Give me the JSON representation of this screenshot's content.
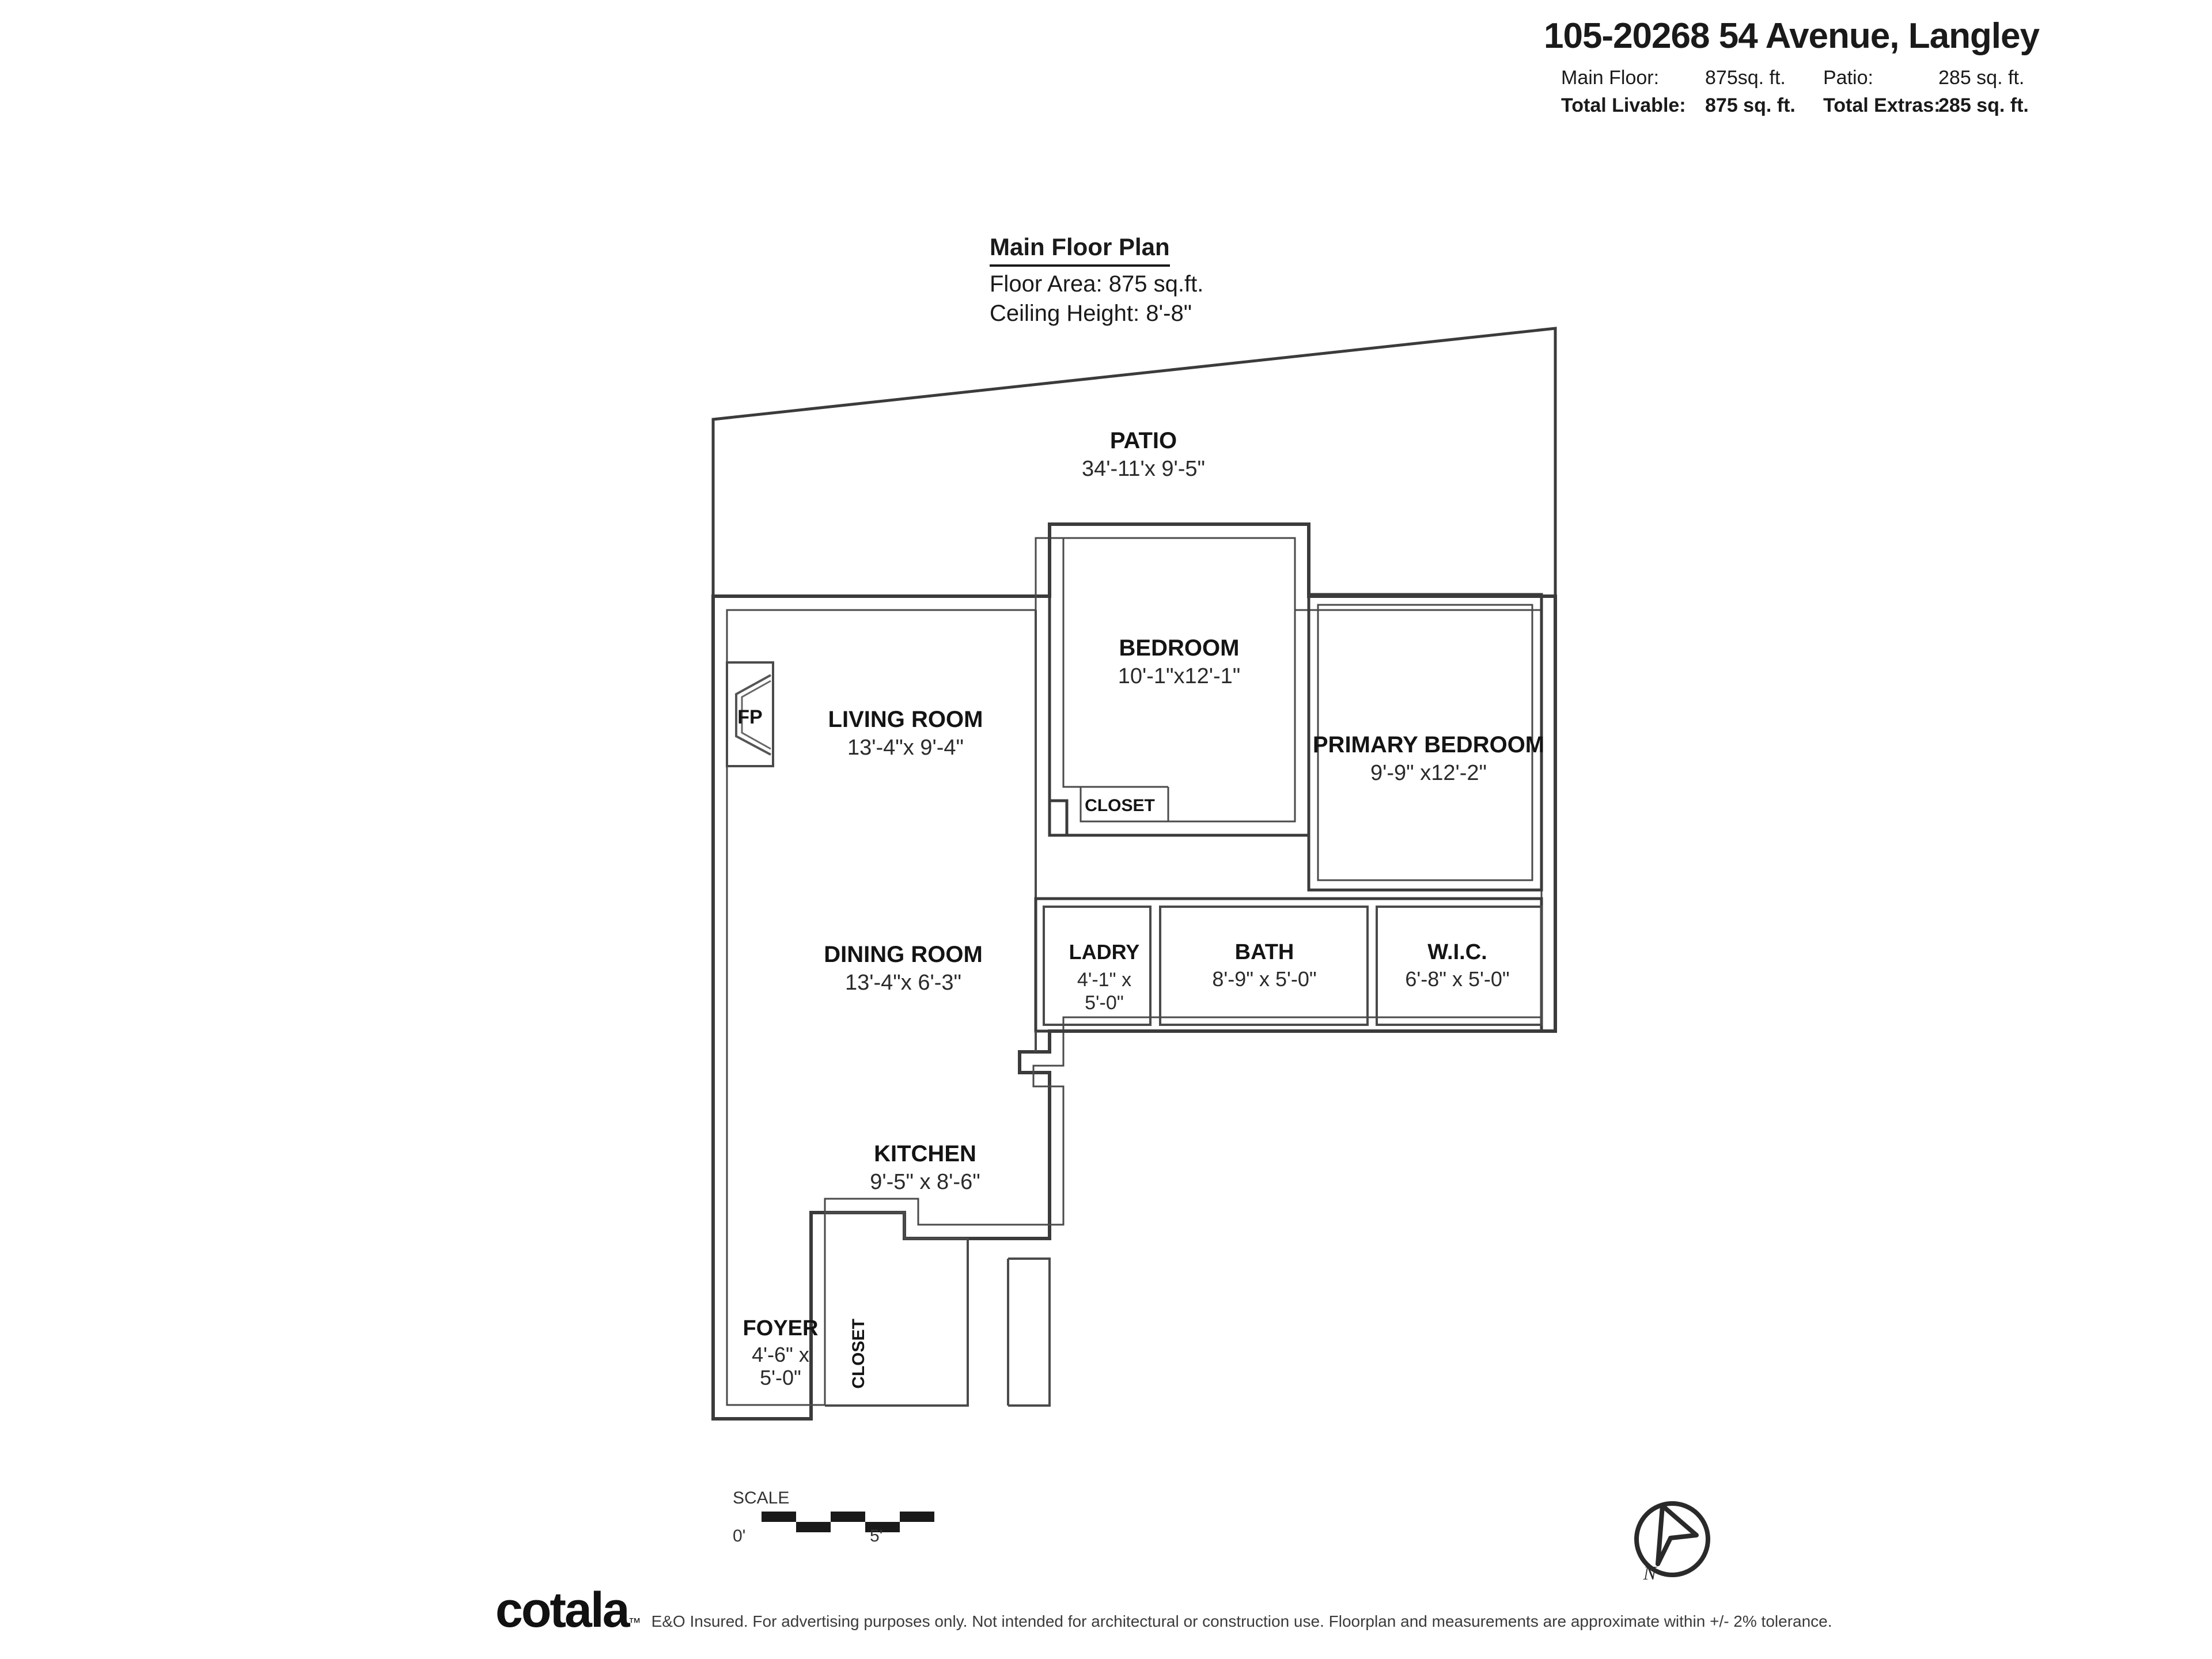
{
  "header": {
    "title": "105-20268 54 Avenue, Langley",
    "rows": [
      {
        "label_a": "Main Floor:",
        "value_a": "875sq. ft.",
        "label_b": "Patio:",
        "value_b": "285 sq. ft.",
        "bold": false
      },
      {
        "label_a": "Total Livable:",
        "value_a": "875 sq. ft.",
        "label_b": "Total Extras:",
        "value_b": "285 sq. ft.",
        "bold": true
      }
    ]
  },
  "plan_title_block": {
    "title": "Main Floor Plan",
    "floor_area": "Floor Area: 875 sq.ft.",
    "ceiling_height": "Ceiling Height: 8'-8\""
  },
  "rooms": {
    "patio": {
      "name": "PATIO",
      "dim": "34'-11'x 9'-5\""
    },
    "bedroom": {
      "name": "BEDROOM",
      "dim": "10'-1\"x12'-1\""
    },
    "primary_bedroom": {
      "name": "PRIMARY BEDROOM",
      "dim": "9'-9\" x12'-2\""
    },
    "living_room": {
      "name": "LIVING ROOM",
      "dim": "13'-4\"x  9'-4\""
    },
    "dining_room": {
      "name": "DINING ROOM",
      "dim": "13'-4\"x  6'-3\""
    },
    "kitchen": {
      "name": "KITCHEN",
      "dim": "9'-5\" x  8'-6\""
    },
    "laundry": {
      "name": "LADRY",
      "dim_line1": "4'-1\" x",
      "dim_line2": "5'-0\""
    },
    "bath": {
      "name": "BATH",
      "dim": "8'-9\" x  5'-0\""
    },
    "wic": {
      "name": "W.I.C.",
      "dim": "6'-8\" x  5'-0\""
    },
    "foyer": {
      "name": "FOYER",
      "dim_line1": "4'-6\" x",
      "dim_line2": "5'-0\""
    },
    "bedroom_closet": {
      "name": "CLOSET"
    },
    "foyer_closet": {
      "name": "CLOSET"
    },
    "fireplace": {
      "name": "FP"
    }
  },
  "scale_bar": {
    "label": "SCALE",
    "start": "0'",
    "end": "5'"
  },
  "compass": {
    "label": "N"
  },
  "footer": {
    "logo": "cotala",
    "logo_tm": "™",
    "disclaimer": "E&O Insured. For advertising purposes only. Not intended for architectural or construction use. Floorplan and measurements are approximate within +/- 2% tolerance."
  },
  "colors": {
    "ink": "#1a1a1a",
    "wall": "#3b3b3b",
    "paper": "#ffffff"
  }
}
